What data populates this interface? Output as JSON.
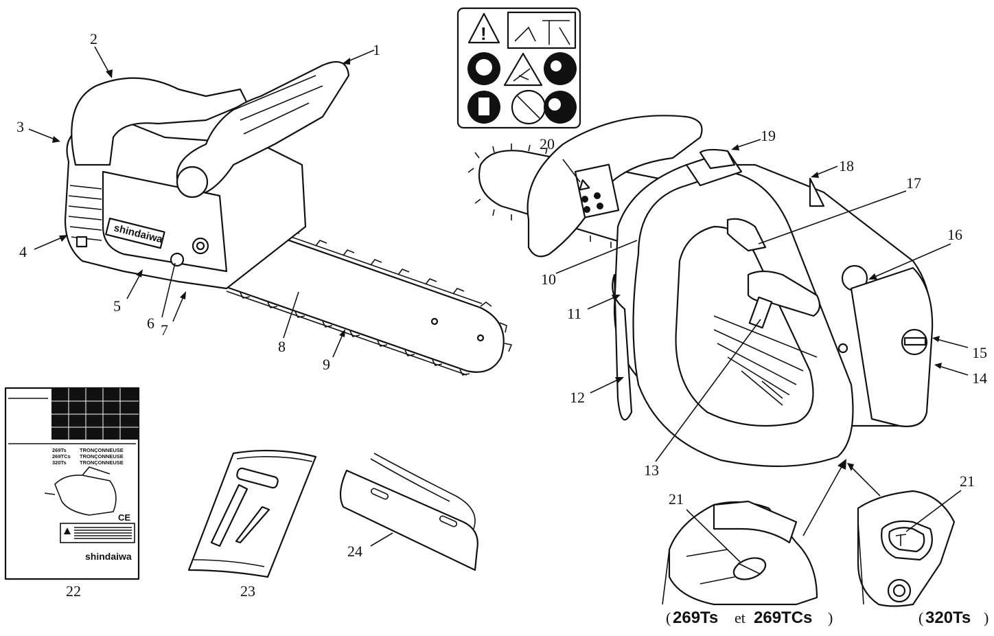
{
  "callouts": [
    "1",
    "2",
    "3",
    "4",
    "5",
    "6",
    "7",
    "8",
    "9",
    "10",
    "11",
    "12",
    "13",
    "14",
    "15",
    "16",
    "17",
    "18",
    "19",
    "20",
    "21",
    "22",
    "23",
    "24"
  ],
  "brand_label": "shindaiwa",
  "manual": {
    "models": [
      "269Ts",
      "269TCs",
      "320Ts"
    ],
    "product": "TRONÇONNEUSE",
    "brand": "shindaiwa",
    "ce": "CE"
  },
  "captions": {
    "left_model_a": "269Ts",
    "left_et": "et",
    "left_model_b": "269TCs",
    "right_model": "320Ts"
  },
  "safety_icons": [
    "warning-icon",
    "read-manual-icon",
    "hard-hat-icon",
    "kickback-warning-icon",
    "eye-protection-icon",
    "protective-clothing-icon",
    "no-bystanders-icon",
    "hand-protection-icon"
  ]
}
